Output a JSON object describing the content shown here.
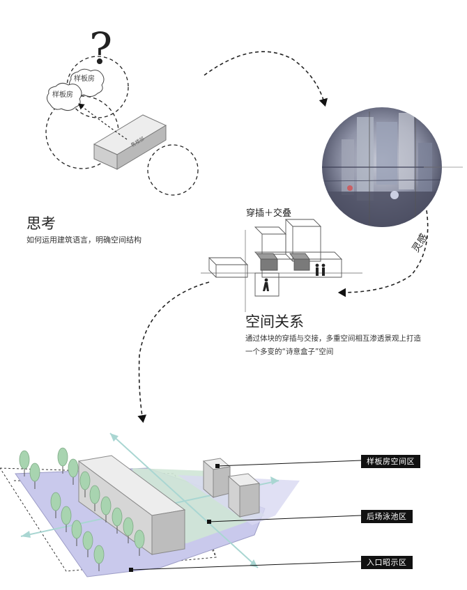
{
  "thinking": {
    "title": "思考",
    "subtitle": "如何运用建筑语言，明确空间结构",
    "bubble_a": "样板房",
    "bubble_b": "样板房",
    "block_label": "售楼部",
    "question_mark": "?"
  },
  "inspiration": {
    "label": "灵感"
  },
  "relations": {
    "diagram_label": "穿插＋交叠",
    "title": "空间关系",
    "line1": "通过体块的穿插与交接，多重空间相互渗透景观上打造",
    "line2": "一个多变的“诗意盒子”空间"
  },
  "plan": {
    "zones": [
      "样板房空间区",
      "后场泳池区",
      "入口昭示区"
    ]
  },
  "colors": {
    "zone_label_bg": "#111111",
    "axis_arrow": "#a9d6d2",
    "plan_blue": "#c9c9ec",
    "plan_green": "#cfe6d6",
    "tree": "#a8d4b0"
  }
}
